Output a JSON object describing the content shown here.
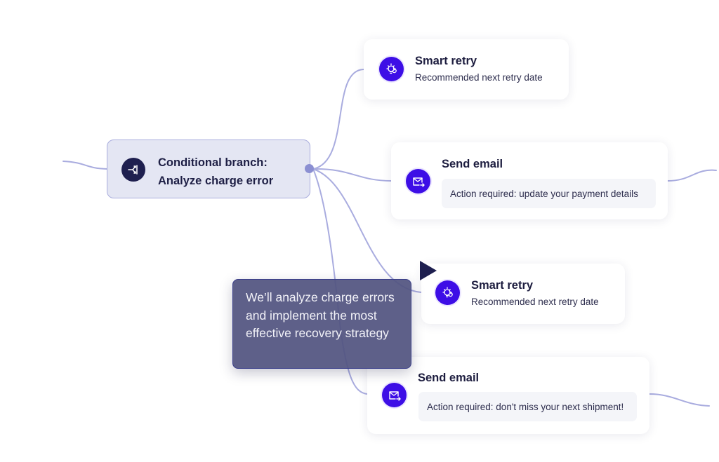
{
  "colors": {
    "connector": "#a9acdf",
    "branch_bg": "#e4e6f3",
    "branch_icon_bg": "#1e1f4f",
    "action_icon_bg": "#3d0ee6",
    "tooltip_bg": "#525480"
  },
  "branch_node": {
    "icon": "branch-split-icon",
    "title_line1": "Conditional branch:",
    "title_line2": "Analyze charge error"
  },
  "action_nodes": [
    {
      "type": "smart-retry",
      "icon": "lightbulb-retry-icon",
      "title": "Smart retry",
      "subtitle": "Recommended next retry date"
    },
    {
      "type": "send-email",
      "icon": "email-send-icon",
      "title": "Send email",
      "message": "Action required: update your payment details"
    },
    {
      "type": "smart-retry",
      "icon": "lightbulb-retry-icon",
      "title": "Smart retry",
      "subtitle": "Recommended next retry date"
    },
    {
      "type": "send-email",
      "icon": "email-send-icon",
      "title": "Send email",
      "message": "Action required: don't miss your next shipment!"
    }
  ],
  "tooltip": {
    "text": "We’ll analyze charge errors and implement the most effective recovery strategy"
  },
  "cursor": {
    "icon": "cursor-pointer-icon"
  }
}
